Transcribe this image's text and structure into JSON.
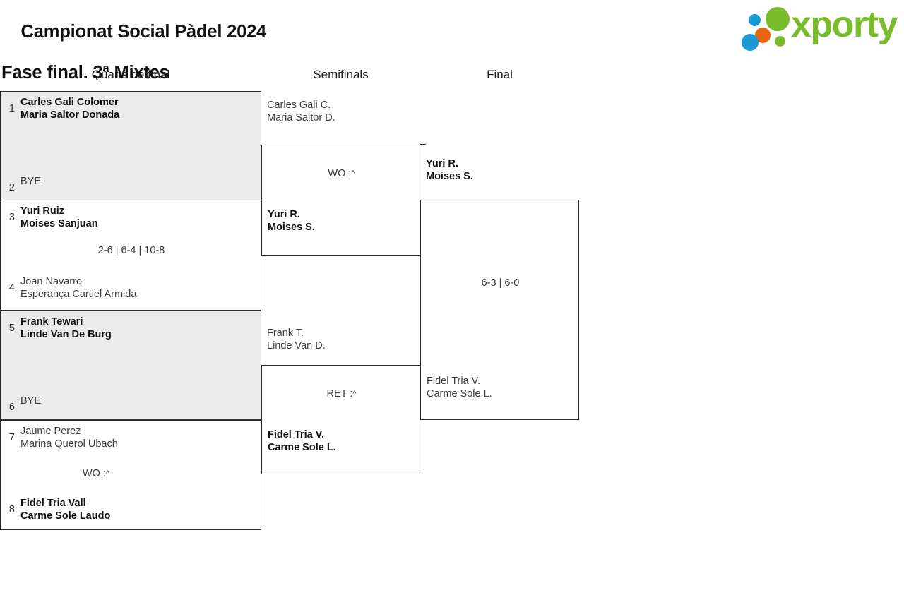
{
  "header": {
    "title_line1": "Campionat Social Pàdel 2024",
    "title_line2": "Fase final. 3ª Mixtes",
    "logo_wordmark": "xporty"
  },
  "rounds": [
    {
      "id": "quarterfinals",
      "label": "Quarts de final"
    },
    {
      "id": "semifinals",
      "label": "Semifinals"
    },
    {
      "id": "final",
      "label": "Final"
    }
  ],
  "quarterfinals": [
    {
      "top": {
        "seed": "1",
        "player1": "Carles Gali Colomer",
        "player2": "Maria Saltor Donada",
        "result": "winner"
      },
      "bottom": {
        "seed": "2",
        "player1": "BYE",
        "player2": "",
        "result": "bye"
      },
      "score": "",
      "score_caret": ""
    },
    {
      "top": {
        "seed": "3",
        "player1": "Yuri Ruiz",
        "player2": "Moises Sanjuan",
        "result": "winner"
      },
      "bottom": {
        "seed": "4",
        "player1": "Joan Navarro",
        "player2": "Esperança Cartiel Armida",
        "result": "loser"
      },
      "score": "2-6 | 6-4 | 10-8",
      "score_caret": ""
    },
    {
      "top": {
        "seed": "5",
        "player1": "Frank Tewari",
        "player2": "Linde Van De Burg",
        "result": "winner"
      },
      "bottom": {
        "seed": "6",
        "player1": "BYE",
        "player2": "",
        "result": "bye"
      },
      "score": "",
      "score_caret": ""
    },
    {
      "top": {
        "seed": "7",
        "player1": "Jaume Perez",
        "player2": "Marina Querol Ubach",
        "result": "loser"
      },
      "bottom": {
        "seed": "8",
        "player1": "Fidel Tria Vall",
        "player2": "Carme Sole Laudo",
        "result": "winner"
      },
      "score": "WO :",
      "score_caret": "^"
    }
  ],
  "semifinals": [
    {
      "top": {
        "player1": "Carles Gali C.",
        "player2": "Maria Saltor D.",
        "result": "loser"
      },
      "bottom": {
        "player1": "Yuri R.",
        "player2": "Moises S.",
        "result": "winner"
      },
      "score": "WO :",
      "score_caret": "^"
    },
    {
      "top": {
        "player1": "Frank T.",
        "player2": "Linde Van D.",
        "result": "loser"
      },
      "bottom": {
        "player1": "Fidel Tria V.",
        "player2": "Carme Sole L.",
        "result": "winner"
      },
      "score": "RET :",
      "score_caret": "^"
    }
  ],
  "final": [
    {
      "top": {
        "player1": "Yuri R.",
        "player2": "Moises S.",
        "result": "winner"
      },
      "bottom": {
        "player1": "Fidel Tria V.",
        "player2": "Carme Sole L.",
        "result": "loser"
      },
      "score": "6-3 | 6-0",
      "score_caret": ""
    }
  ]
}
